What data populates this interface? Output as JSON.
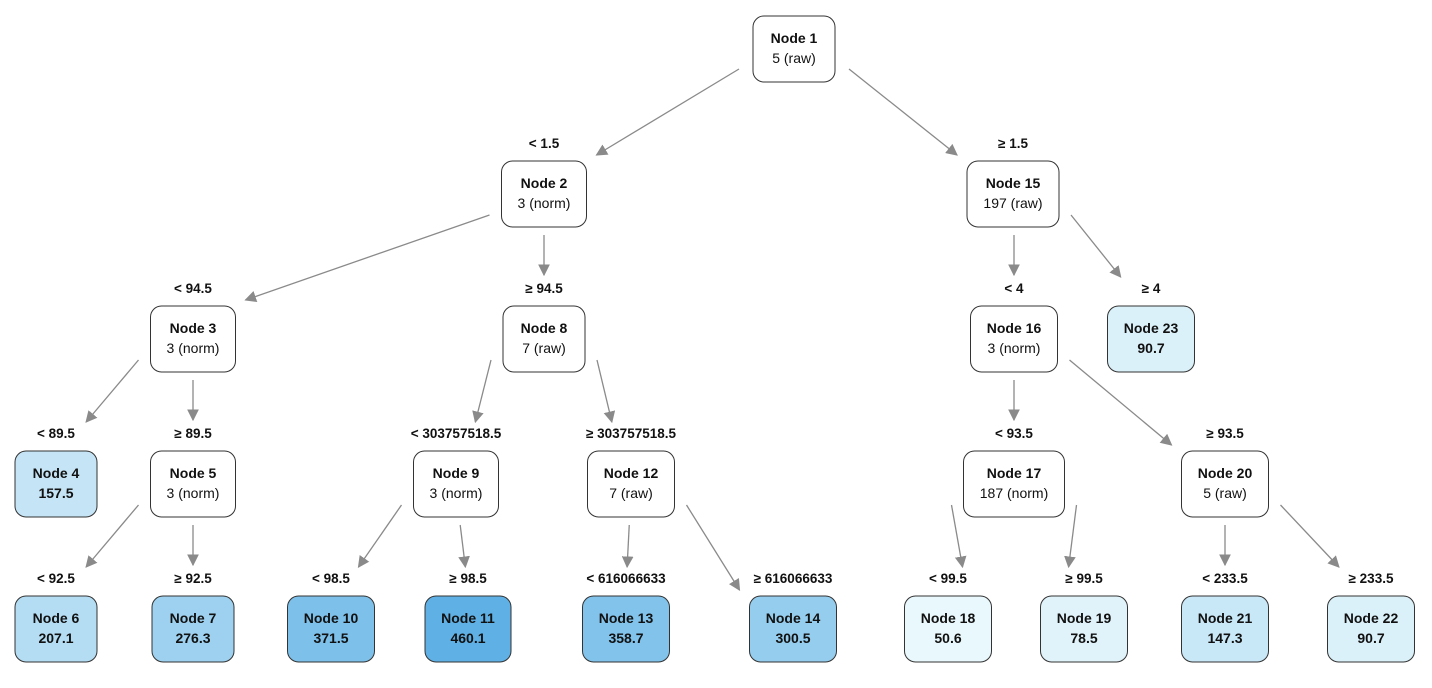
{
  "colors": {
    "internal_fill": "#ffffff",
    "leaf_scale_low": "#e9f8fc",
    "leaf_scale_high": "#5fb1e5",
    "edge": "#8a8a8a"
  },
  "tree": {
    "nodes": [
      {
        "id": 1,
        "title": "Node 1",
        "label": "5 (raw)",
        "leaf": false
      },
      {
        "id": 2,
        "title": "Node 2",
        "label": "3 (norm)",
        "leaf": false
      },
      {
        "id": 3,
        "title": "Node 3",
        "label": "3 (norm)",
        "leaf": false
      },
      {
        "id": 4,
        "title": "Node 4",
        "label": "157.5",
        "leaf": true,
        "value": 157.5
      },
      {
        "id": 5,
        "title": "Node 5",
        "label": "3 (norm)",
        "leaf": false
      },
      {
        "id": 6,
        "title": "Node 6",
        "label": "207.1",
        "leaf": true,
        "value": 207.1
      },
      {
        "id": 7,
        "title": "Node 7",
        "label": "276.3",
        "leaf": true,
        "value": 276.3
      },
      {
        "id": 8,
        "title": "Node 8",
        "label": "7 (raw)",
        "leaf": false
      },
      {
        "id": 9,
        "title": "Node 9",
        "label": "3 (norm)",
        "leaf": false
      },
      {
        "id": 10,
        "title": "Node 10",
        "label": "371.5",
        "leaf": true,
        "value": 371.5
      },
      {
        "id": 11,
        "title": "Node 11",
        "label": "460.1",
        "leaf": true,
        "value": 460.1
      },
      {
        "id": 12,
        "title": "Node 12",
        "label": "7 (raw)",
        "leaf": false
      },
      {
        "id": 13,
        "title": "Node 13",
        "label": "358.7",
        "leaf": true,
        "value": 358.7
      },
      {
        "id": 14,
        "title": "Node 14",
        "label": "300.5",
        "leaf": true,
        "value": 300.5
      },
      {
        "id": 15,
        "title": "Node 15",
        "label": "197 (raw)",
        "leaf": false
      },
      {
        "id": 16,
        "title": "Node 16",
        "label": "3 (norm)",
        "leaf": false
      },
      {
        "id": 17,
        "title": "Node 17",
        "label": "187 (norm)",
        "leaf": false
      },
      {
        "id": 18,
        "title": "Node 18",
        "label": "50.6",
        "leaf": true,
        "value": 50.6
      },
      {
        "id": 19,
        "title": "Node 19",
        "label": "78.5",
        "leaf": true,
        "value": 78.5
      },
      {
        "id": 20,
        "title": "Node 20",
        "label": "5 (raw)",
        "leaf": false
      },
      {
        "id": 21,
        "title": "Node 21",
        "label": "147.3",
        "leaf": true,
        "value": 147.3
      },
      {
        "id": 22,
        "title": "Node 22",
        "label": "90.7",
        "leaf": true,
        "value": 90.7
      },
      {
        "id": 23,
        "title": "Node 23",
        "label": "90.7",
        "leaf": true,
        "value": 90.7
      }
    ],
    "edges": [
      {
        "from": 1,
        "to": 2,
        "label": "< 1.5"
      },
      {
        "from": 1,
        "to": 15,
        "label": "≥ 1.5"
      },
      {
        "from": 2,
        "to": 3,
        "label": "< 94.5"
      },
      {
        "from": 2,
        "to": 8,
        "label": "≥ 94.5"
      },
      {
        "from": 3,
        "to": 4,
        "label": "< 89.5"
      },
      {
        "from": 3,
        "to": 5,
        "label": "≥ 89.5"
      },
      {
        "from": 5,
        "to": 6,
        "label": "< 92.5"
      },
      {
        "from": 5,
        "to": 7,
        "label": "≥ 92.5"
      },
      {
        "from": 8,
        "to": 9,
        "label": "< 303757518.5"
      },
      {
        "from": 8,
        "to": 12,
        "label": "≥ 303757518.5"
      },
      {
        "from": 9,
        "to": 10,
        "label": "< 98.5"
      },
      {
        "from": 9,
        "to": 11,
        "label": "≥ 98.5"
      },
      {
        "from": 12,
        "to": 13,
        "label": "< 616066633"
      },
      {
        "from": 12,
        "to": 14,
        "label": "≥ 616066633"
      },
      {
        "from": 15,
        "to": 16,
        "label": "< 4"
      },
      {
        "from": 15,
        "to": 23,
        "label": "≥ 4"
      },
      {
        "from": 16,
        "to": 17,
        "label": "< 93.5"
      },
      {
        "from": 16,
        "to": 20,
        "label": "≥ 93.5"
      },
      {
        "from": 17,
        "to": 18,
        "label": "< 99.5"
      },
      {
        "from": 17,
        "to": 19,
        "label": "≥ 99.5"
      },
      {
        "from": 20,
        "to": 21,
        "label": "< 233.5"
      },
      {
        "from": 20,
        "to": 22,
        "label": "≥ 233.5"
      }
    ]
  }
}
